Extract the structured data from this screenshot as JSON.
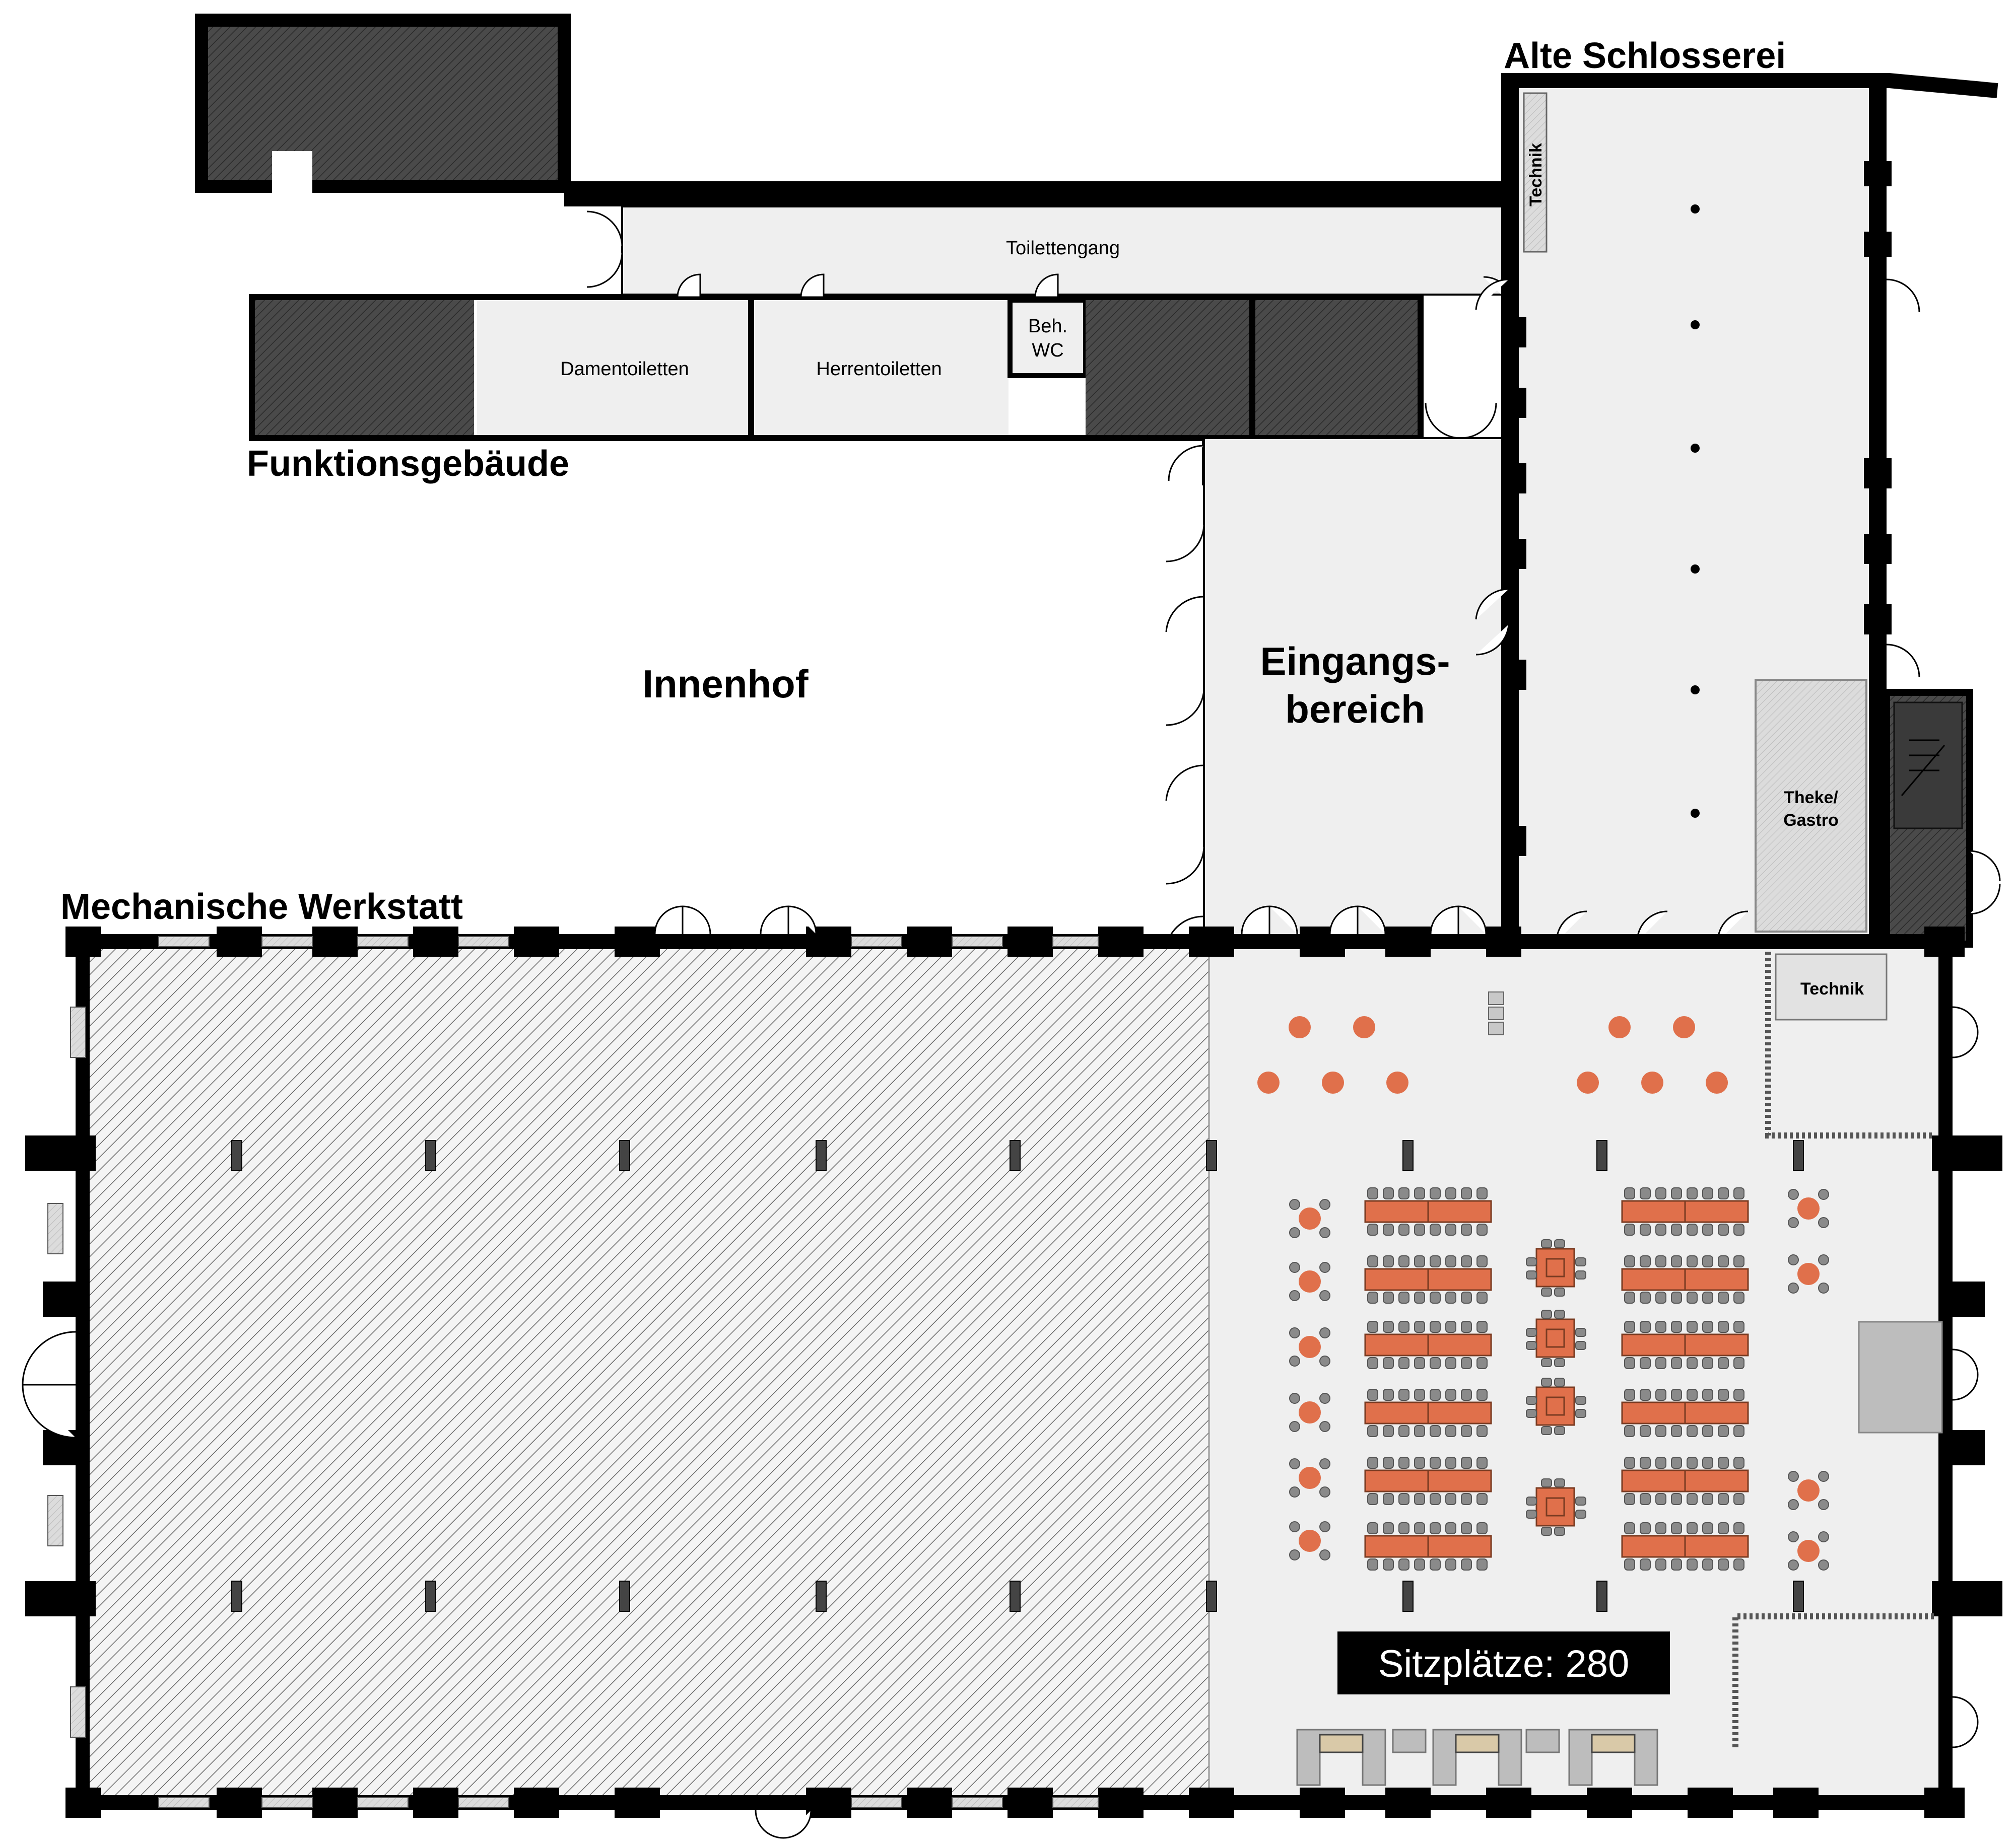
{
  "labels": {
    "alte_schlosserei": "Alte Schlosserei",
    "toilettengang": "Toilettengang",
    "damentoiletten": "Damentoiletten",
    "herrentoiletten": "Herrentoiletten",
    "beh_wc_line1": "Beh.",
    "beh_wc_line2": "WC",
    "funktionsgebaeude": "Funktionsgebäude",
    "innenhof": "Innenhof",
    "eingangsbereich_line1": "Eingangs-",
    "eingangsbereich_line2": "bereich",
    "mechanische_werkstatt": "Mechanische Werkstatt",
    "technik_top": "Technik",
    "technik_right": "Technik",
    "theke_line1": "Theke/",
    "theke_line2": "Gastro",
    "sitzplaetze": "Sitzplätze: 280"
  },
  "colors": {
    "wall": "#000000",
    "floor": "#efefef",
    "hatch_dark": "#555555",
    "table": "#e0704b",
    "chair": "#8a8a8a",
    "badge_bg": "#000000",
    "badge_text": "#ffffff"
  }
}
